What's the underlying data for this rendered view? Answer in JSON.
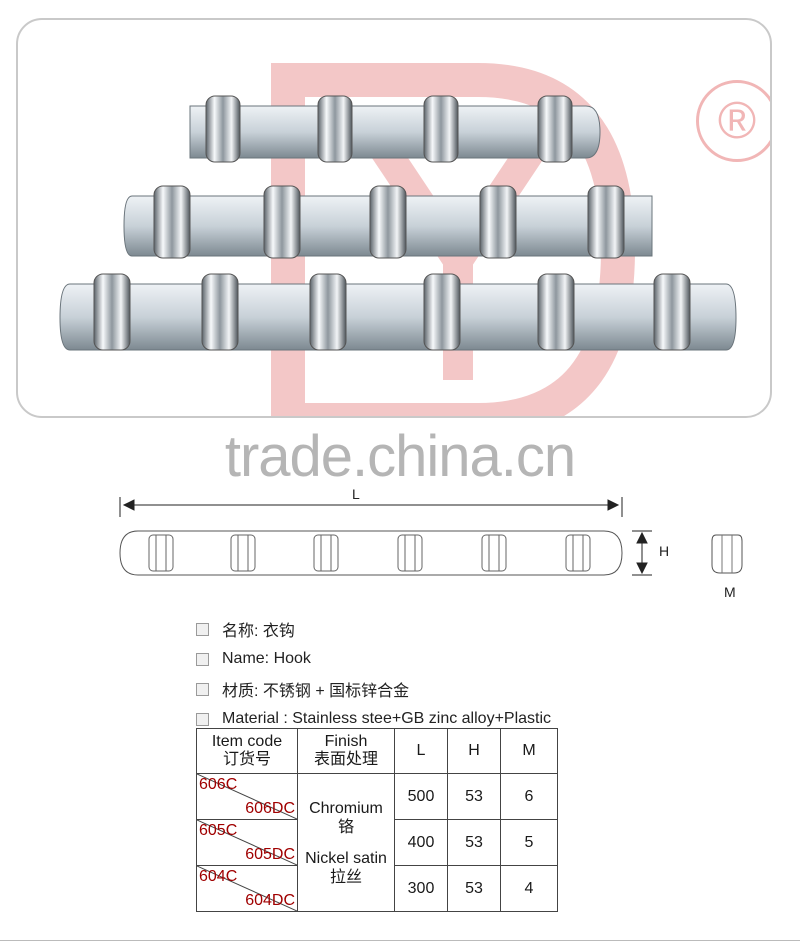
{
  "brand": {
    "registered_mark": "®"
  },
  "watermark": "trade.china.cn",
  "diagram": {
    "length_label": "L",
    "height_label": "H",
    "depth_label": "M"
  },
  "specs": [
    {
      "text": "名称:  衣钩"
    },
    {
      "text": "Name:  Hook"
    },
    {
      "text": "材质:  不锈钢 + 国标锌合金"
    },
    {
      "text": "Material : Stainless stee+GB zinc alloy+Plastic"
    }
  ],
  "table": {
    "headers": {
      "item_code_en": "Item code",
      "item_code_cn": "订货号",
      "finish_en": "Finish",
      "finish_cn": "表面处理",
      "L": "L",
      "H": "H",
      "M": "M"
    },
    "rows": [
      {
        "code_a": "606C",
        "code_b": "606DC",
        "L": "500",
        "H": "53",
        "M": "6"
      },
      {
        "code_a": "605C",
        "code_b": "605DC",
        "L": "400",
        "H": "53",
        "M": "5"
      },
      {
        "code_a": "604C",
        "code_b": "604DC",
        "L": "300",
        "H": "53",
        "M": "4"
      }
    ],
    "finish_options": [
      {
        "en": "Chromium",
        "cn": "铬"
      },
      {
        "en": "Nickel satin",
        "cn": "拉丝"
      }
    ]
  },
  "colors": {
    "code_text": "#a00000",
    "logo_tint": "#f3c7c7"
  }
}
